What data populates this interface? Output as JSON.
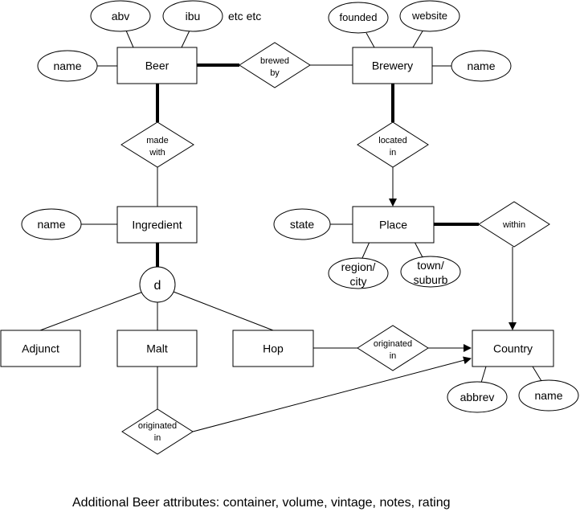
{
  "entities": {
    "beer": "Beer",
    "brewery": "Brewery",
    "ingredient": "Ingredient",
    "place": "Place",
    "adjunct": "Adjunct",
    "malt": "Malt",
    "hop": "Hop",
    "country": "Country"
  },
  "attributes": {
    "beer_abv": "abv",
    "beer_ibu": "ibu",
    "beer_name": "name",
    "beer_more": "etc etc",
    "brewery_founded": "founded",
    "brewery_website": "website",
    "brewery_name": "name",
    "ingredient_name": "name",
    "place_state": "state",
    "place_region": [
      "region/",
      "city"
    ],
    "place_town": [
      "town/",
      "suburb"
    ],
    "country_abbrev": "abbrev",
    "country_name": "name"
  },
  "relationships": {
    "brewed_by": [
      "brewed",
      "by"
    ],
    "made_with": [
      "made",
      "with"
    ],
    "located_in": [
      "located",
      "in"
    ],
    "within": [
      "within"
    ],
    "hop_originated_in": [
      "originated",
      "in"
    ],
    "malt_originated_in": [
      "originated",
      "in"
    ]
  },
  "specialization": "d",
  "footer": "Additional Beer attributes: container, volume, vintage, notes, rating"
}
